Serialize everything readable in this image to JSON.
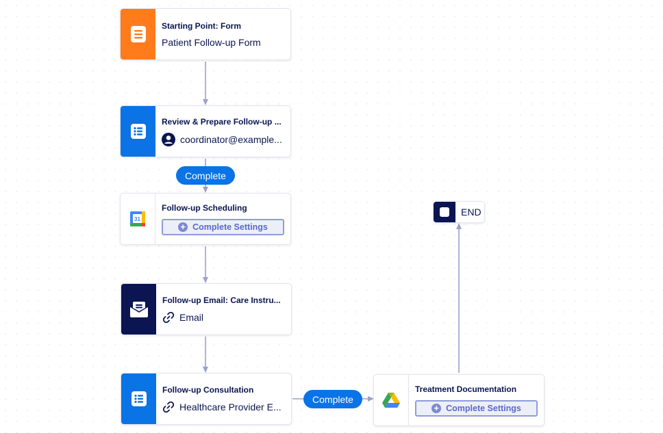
{
  "nodes": {
    "start": {
      "title": "Starting Point: Form",
      "subtitle": "Patient Follow-up Form",
      "icon": "form-icon",
      "color": "#ff7b1c"
    },
    "review": {
      "title": "Review & Prepare Follow-up ...",
      "subtitle": "coordinator@example...",
      "icon": "checklist-icon",
      "sub_icon": "user-avatar-icon",
      "color": "#0a73e6"
    },
    "scheduling": {
      "title": "Follow-up Scheduling",
      "button": "Complete Settings",
      "icon": "google-calendar-icon",
      "calendar_day": "31"
    },
    "email": {
      "title": "Follow-up Email: Care Instru...",
      "subtitle": "Email",
      "icon": "envelope-icon",
      "sub_icon": "link-icon",
      "color": "#0a1551"
    },
    "consultation": {
      "title": "Follow-up Consultation",
      "subtitle": "Healthcare Provider E...",
      "icon": "checklist-icon",
      "sub_icon": "link-icon",
      "color": "#0a73e6"
    },
    "documentation": {
      "title": "Treatment Documentation",
      "button": "Complete Settings",
      "icon": "google-drive-icon"
    },
    "end": {
      "label": "END",
      "icon": "stop-icon"
    }
  },
  "pills": {
    "review_complete": "Complete",
    "consultation_complete": "Complete"
  },
  "colors": {
    "connector": "#9aa1cc",
    "accent_blue": "#0a73e6",
    "navy": "#0a1551",
    "orange": "#ff7b1c"
  }
}
